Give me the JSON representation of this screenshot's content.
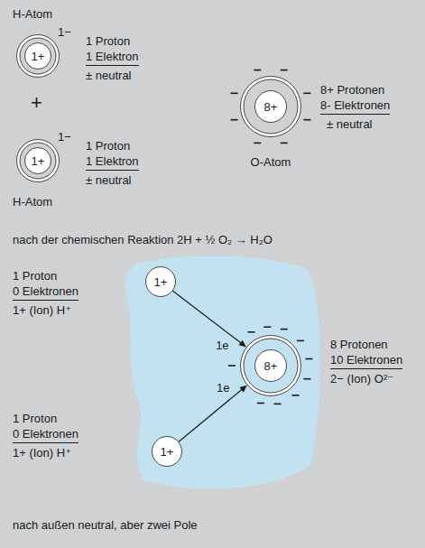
{
  "diagram": {
    "nodes": [
      {
        "text": [
          "1+"
        ]
      },
      {
        "text": [
          "8+"
        ]
      },
      {
        "text": [
          "1+"
        ]
      },
      {
        "text": [
          "1+"
        ]
      },
      {
        "text": [
          "8+"
        ]
      },
      {
        "text": [
          "1+"
        ]
      }
    ],
    "edges": [
      {
        "from": 3,
        "to": 4,
        "arrow": "to",
        "label": "1e"
      },
      {
        "from": 5,
        "to": 4,
        "arrow": "to",
        "label": "1e"
      }
    ],
    "labels": [
      "H-Atom",
      "1−",
      "1 Proton",
      "1 Elektron",
      "± neutral",
      "+",
      "8+ Protonen",
      "8- Elektronen",
      "± neutral",
      "O-Atom",
      "1−",
      "1 Proton",
      "1 Elektron",
      "± neutral",
      "H-Atom",
      "nach der chemischen Reaktion 2H + ½ O₂ → H₂O",
      "1 Proton",
      "0 Elektronen",
      "1+ (Ion) H⁺",
      "8 Protonen",
      "10 Elektronen",
      "2− (Ion) O²⁻",
      "1 Proton",
      "0 Elektronen",
      "1+ (Ion) H⁺",
      "nach außen neutral, aber zwei Pole"
    ]
  }
}
